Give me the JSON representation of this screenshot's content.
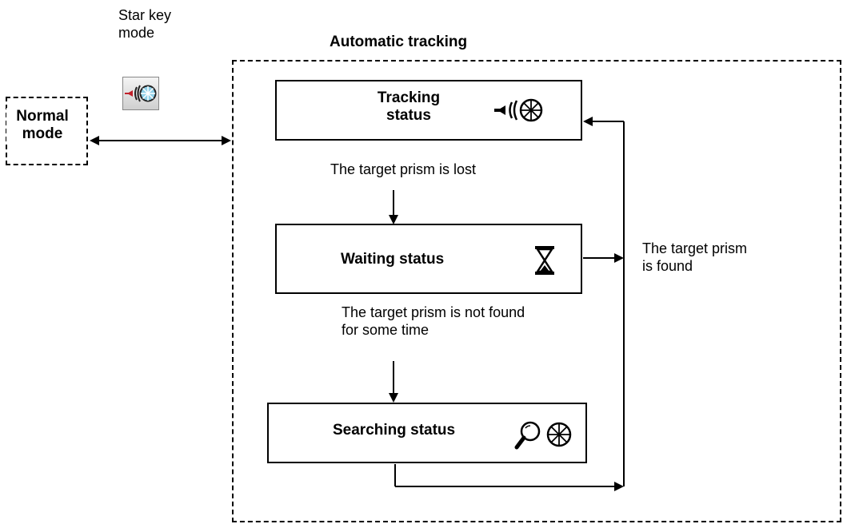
{
  "star_key": {
    "line1": "Star key",
    "line2": "mode",
    "icon": "tracking-signal-icon"
  },
  "normal_mode": {
    "line1": "Normal",
    "line2": "mode"
  },
  "automatic_tracking": {
    "title": "Automatic tracking"
  },
  "states": {
    "tracking": {
      "line1": "Tracking",
      "line2": "status",
      "icon": "tracking-arrow-icon"
    },
    "waiting": {
      "label": "Waiting status",
      "icon": "hourglass-icon"
    },
    "searching": {
      "label": "Searching status",
      "icon": "magnifier-prism-icon"
    }
  },
  "transitions": {
    "lost": "The target prism is lost",
    "not_found_line1": "The target prism is not found",
    "not_found_line2": "for some time",
    "found_line1": "The target prism",
    "found_line2": "is found"
  },
  "colors": {
    "stroke": "#000000",
    "icon_bg": "#8fd0e8",
    "icon_arrow": "#c0202a"
  }
}
